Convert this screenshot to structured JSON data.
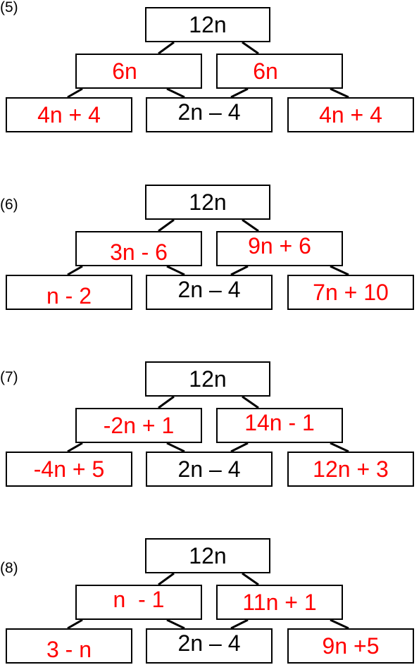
{
  "puzzles": [
    {
      "label": "(5)",
      "top": "12n",
      "mid_left": "6n",
      "mid_right": "6n",
      "bot_left": "4n + 4",
      "bot_mid": "2n – 4",
      "bot_right": "4n + 4"
    },
    {
      "label": "(6)",
      "top": "12n",
      "mid_left": "3n - 6",
      "mid_right": "9n + 6",
      "bot_left": "n - 2",
      "bot_mid": "2n – 4",
      "bot_right": "7n + 10"
    },
    {
      "label": "(7)",
      "top": "12n",
      "mid_left": "-2n + 1",
      "mid_right": "14n - 1",
      "bot_left": "-4n + 5",
      "bot_mid": "2n – 4",
      "bot_right": "12n + 3"
    },
    {
      "label": "(8)",
      "top": "12n",
      "mid_left": "n  - 1",
      "mid_right": "11n + 1",
      "bot_left": "3 - n",
      "bot_mid": "2n – 4",
      "bot_right": "9n +5"
    }
  ],
  "colors": {
    "given": "#000000",
    "answer": "#ff0000",
    "border": "#000000"
  }
}
